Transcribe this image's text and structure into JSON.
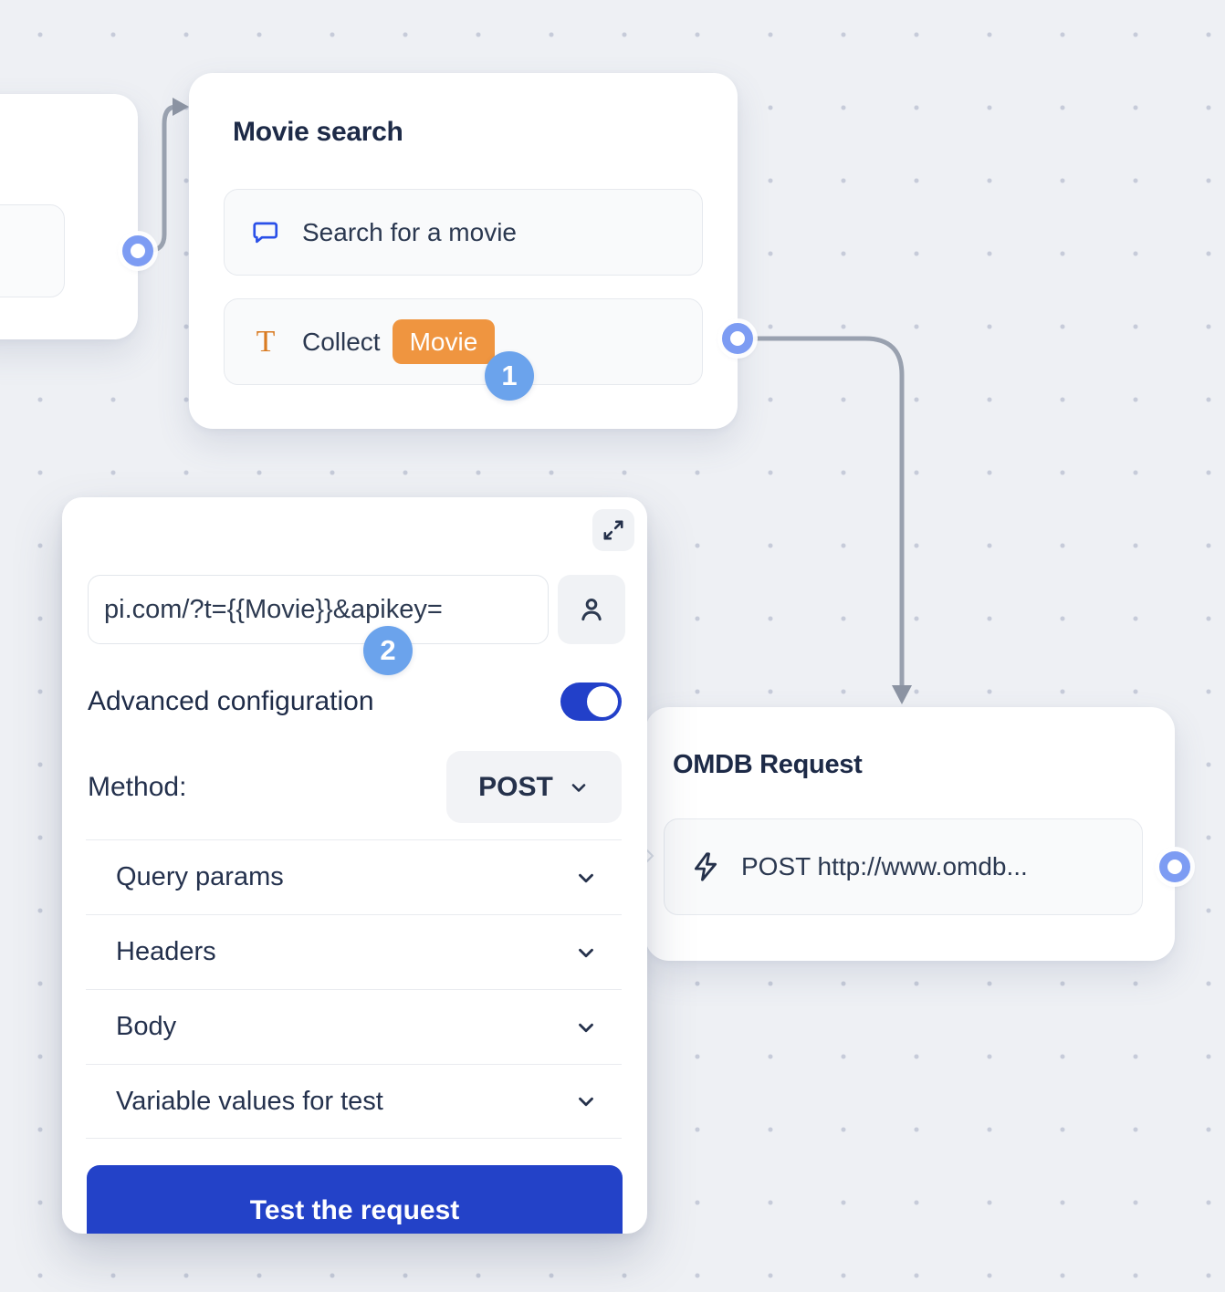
{
  "colors": {
    "canvas_bg": "#eef0f4",
    "dot_grid": "#c6cbd9",
    "card_bg": "#ffffff",
    "item_bg": "#f9fafb",
    "item_border": "#e6e9ee",
    "title_text": "#1d2a47",
    "body_text": "#2b3850",
    "accent_blue": "#2b50e8",
    "deep_blue": "#2342c8",
    "step_badge_blue": "#6ba3ec",
    "variable_chip_orange": "#ef9540",
    "text_icon_orange": "#d97b22",
    "connector_gray": "#99a1af",
    "port_ring_blue": "#7d9cf3"
  },
  "nodes": {
    "movie_search": {
      "title": "Movie search",
      "items": [
        {
          "icon": "chat-bubble-icon",
          "label": "Search for a movie"
        },
        {
          "icon": "text-format-icon",
          "label": "Collect",
          "variable_chip": "Movie"
        }
      ],
      "step_badge": "1"
    },
    "omdb_request": {
      "title": "OMDB Request",
      "items": [
        {
          "icon": "lightning-icon",
          "label": "POST http://www.omdb..."
        }
      ]
    }
  },
  "panel": {
    "url_input": {
      "value": "pi.com/?t={{Movie}}&apikey="
    },
    "expand_icon": "expand-icon",
    "person_icon": "person-icon",
    "advanced_label": "Advanced configuration",
    "advanced_toggle_on": true,
    "method_label": "Method:",
    "method_value": "POST",
    "sections": [
      {
        "label": "Query params"
      },
      {
        "label": "Headers"
      },
      {
        "label": "Body"
      },
      {
        "label": "Variable values for test"
      }
    ],
    "test_button_label": "Test the request",
    "step_badge": "2"
  }
}
